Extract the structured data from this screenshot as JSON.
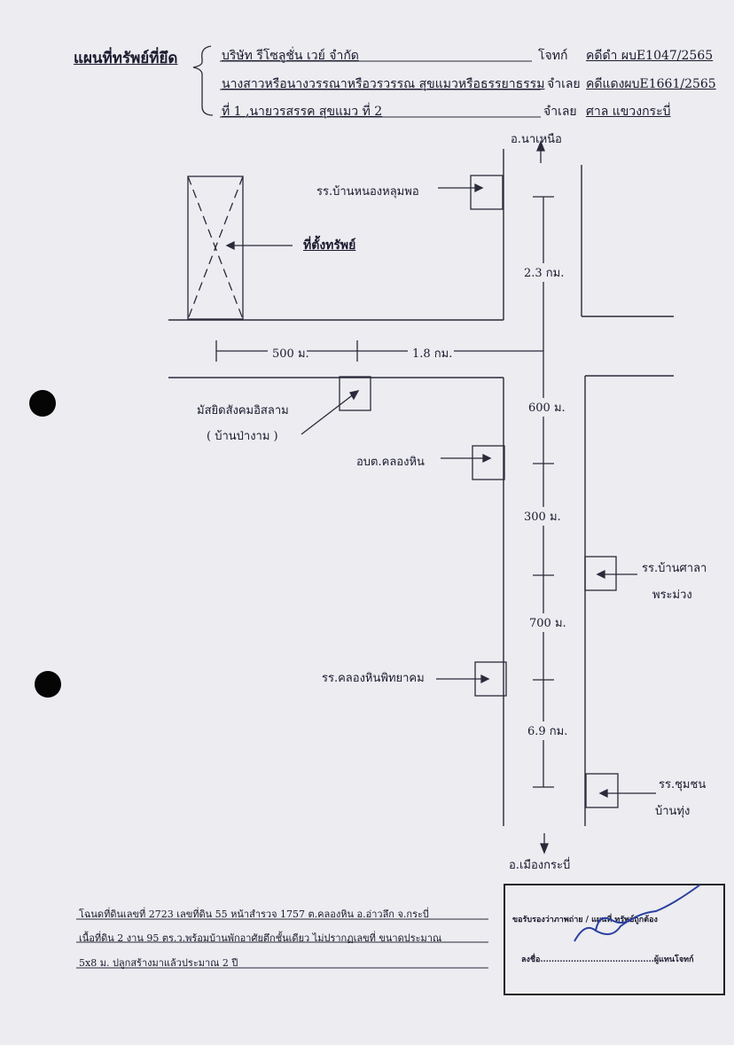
{
  "header": {
    "title": "แผนที่ทรัพย์ที่ยึด",
    "plaintiff": "บริษัท รีโซลูชั่น เวย์ จำกัด",
    "plaintiff_role": "โจทก์",
    "black_case": "คดีดำ ผบE1047/2565",
    "defendant1": "นางสาวหรือนางวรรณาหรือวรวรรณ สุขแมวหรือธรรยาธรรม",
    "defendant1_role": "จำเลย",
    "red_case": "คดีแดงผบE1661/2565",
    "defendant2": "ที่ 1 ,นายวรสรรค สุขแมว ที่ 2",
    "defendant2_role": "จำเลย",
    "court": "ศาล แขวงกระบี่"
  },
  "map": {
    "north_dest": "อ.นาเหนือ",
    "school_nongkhum": "รร.บ้านหนองหลุมพอ",
    "property_label": "ที่ตั้งทรัพย์",
    "dist_2_3": "2.3 กม.",
    "dist_500": "500 ม.",
    "dist_1_8": "1.8 กม.",
    "mosque_line1": "มัสยิดสังคมอิสลาม",
    "mosque_line2": "( บ้านป่างาม )",
    "dist_600": "600 ม.",
    "sao_khlonghin": "อบต.คลองหิน",
    "dist_300": "300 ม.",
    "school_sala_line1": "รร.บ้านศาลา",
    "school_sala_line2": "พระม่วง",
    "dist_700": "700 ม.",
    "school_khlonghin": "รร.คลองหินพิทยาคม",
    "dist_6_9": "6.9 กม.",
    "school_chumchon_line1": "รร.ชุมชน",
    "school_chumchon_line2": "บ้านทุ่ง",
    "south_dest": "อ.เมืองกระบี่"
  },
  "footer": {
    "line1": "โฉนดที่ดินเลขที่ 2723 เลขที่ดิน 55 หน้าสำรวจ 1757 ต.คลองหิน อ.อ่าวลึก จ.กระบี่",
    "line2": "เนื้อที่ดิน 2 งาน 95 ตร.ว.พร้อมบ้านพักอาศัยตึกชั้นเดียว ไม่ปรากฏเลขที่ ขนาดประมาณ",
    "line3": "5x8 ม. ปลูกสร้างมาแล้วประมาณ 2 ปี"
  },
  "certification": {
    "statement": "ขอรับรองว่าภาพถ่าย / แผนที่ ทรัพย์ถูกต้อง",
    "signature_line": "ลงชื่อ.........................................ผู้แทนโจทก์"
  }
}
